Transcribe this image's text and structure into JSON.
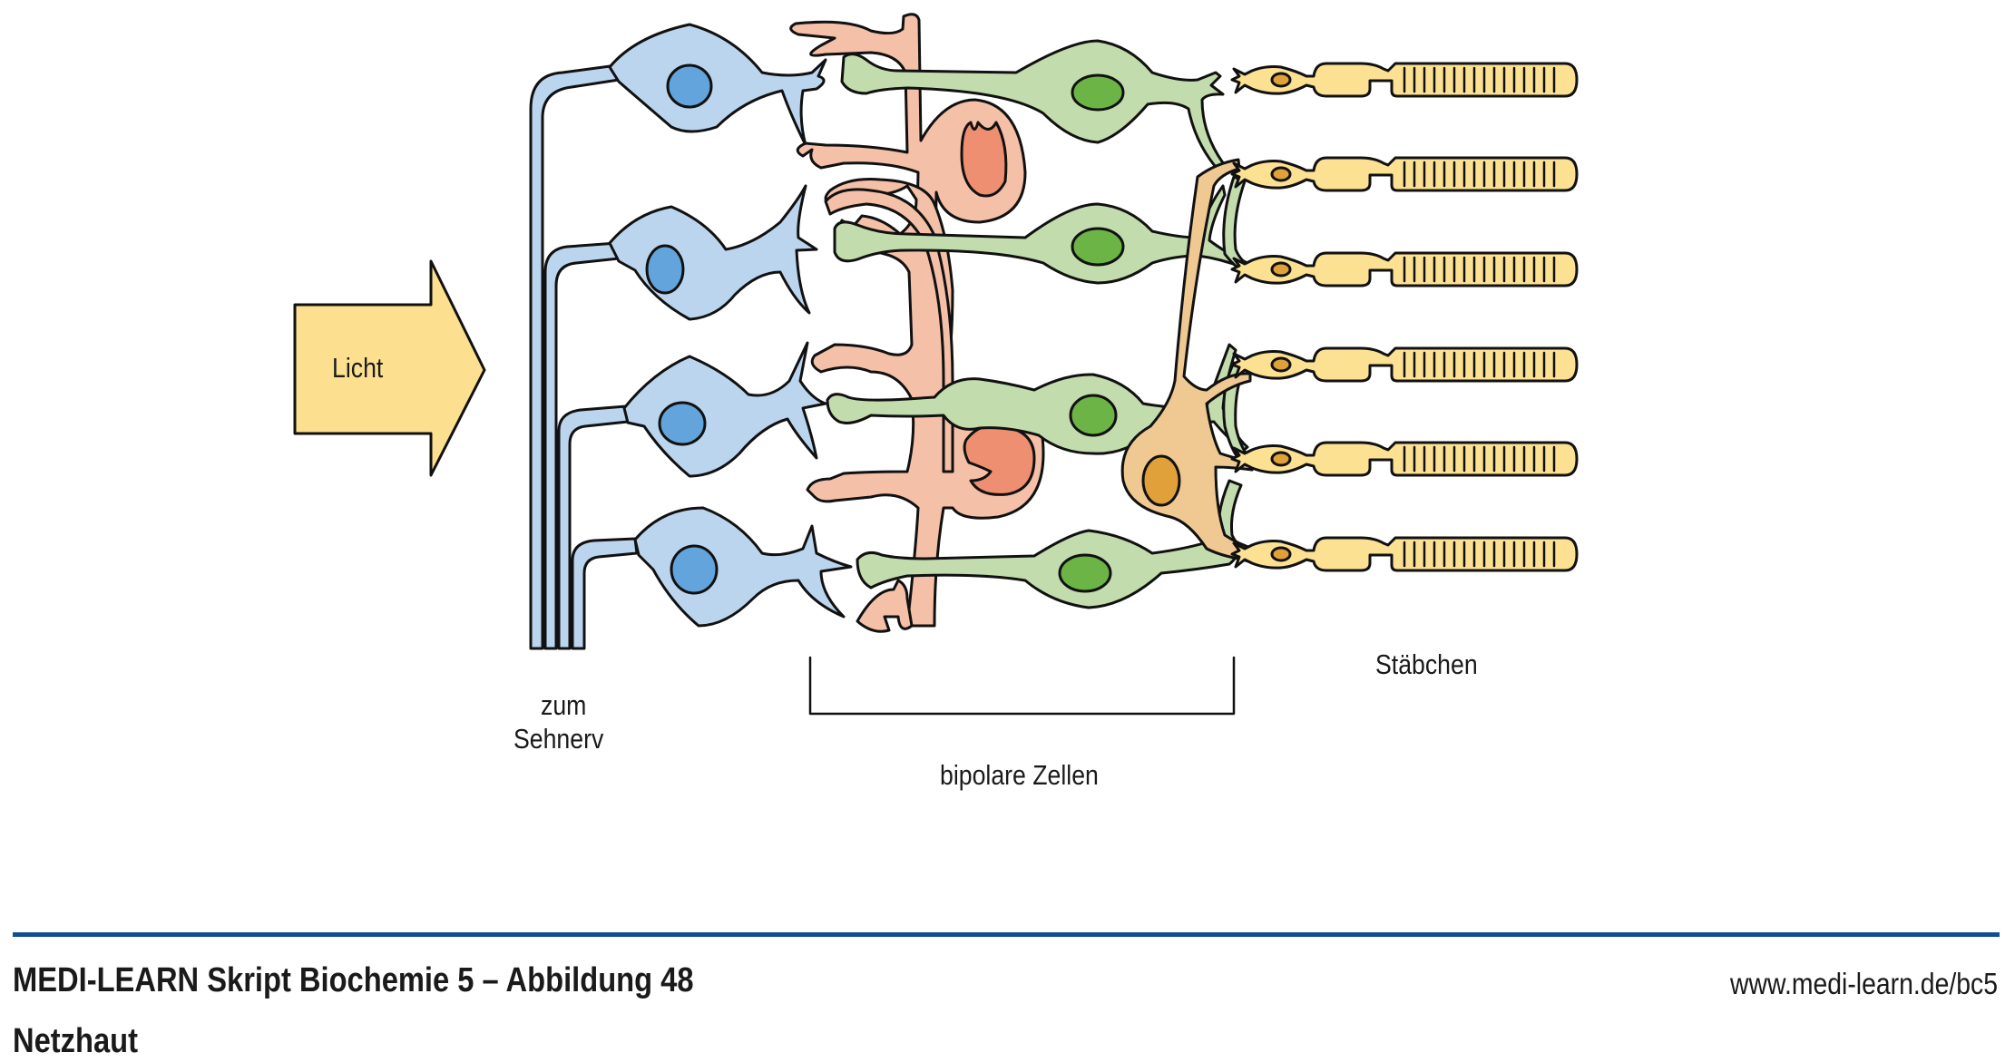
{
  "figure": {
    "labels": {
      "light": "Licht",
      "optic_nerve_line1": "zum",
      "optic_nerve_line2": "Sehnerv",
      "rods": "Stäbchen",
      "bipolar_cells": "bipolare Zellen"
    },
    "colors": {
      "ganglion": "#bcd5ef",
      "ganglion_nucleus": "#63a4dc",
      "bipolar": "#c2dcae",
      "bipolar_nucleus": "#6cb446",
      "amacrine": "#f5c0a8",
      "amacrine_nucleus": "#ef8f72",
      "horizontal": "#efc892",
      "horizontal_nucleus": "#e0a03a",
      "rod": "#fde193",
      "rod_nucleus": "#e0a03a",
      "arrow": "#fde08f",
      "outline": "#111111"
    },
    "cell_counts": {
      "ganglion": 4,
      "bipolar": 4,
      "rods": 6,
      "rod_disks_per_rod": 16
    }
  },
  "footer": {
    "title": "MEDI-LEARN Skript Biochemie 5 – Abbildung 48",
    "subtitle": "Netzhaut",
    "url": "www.medi-learn.de/bc5",
    "rule_color": "#0f4e94"
  }
}
